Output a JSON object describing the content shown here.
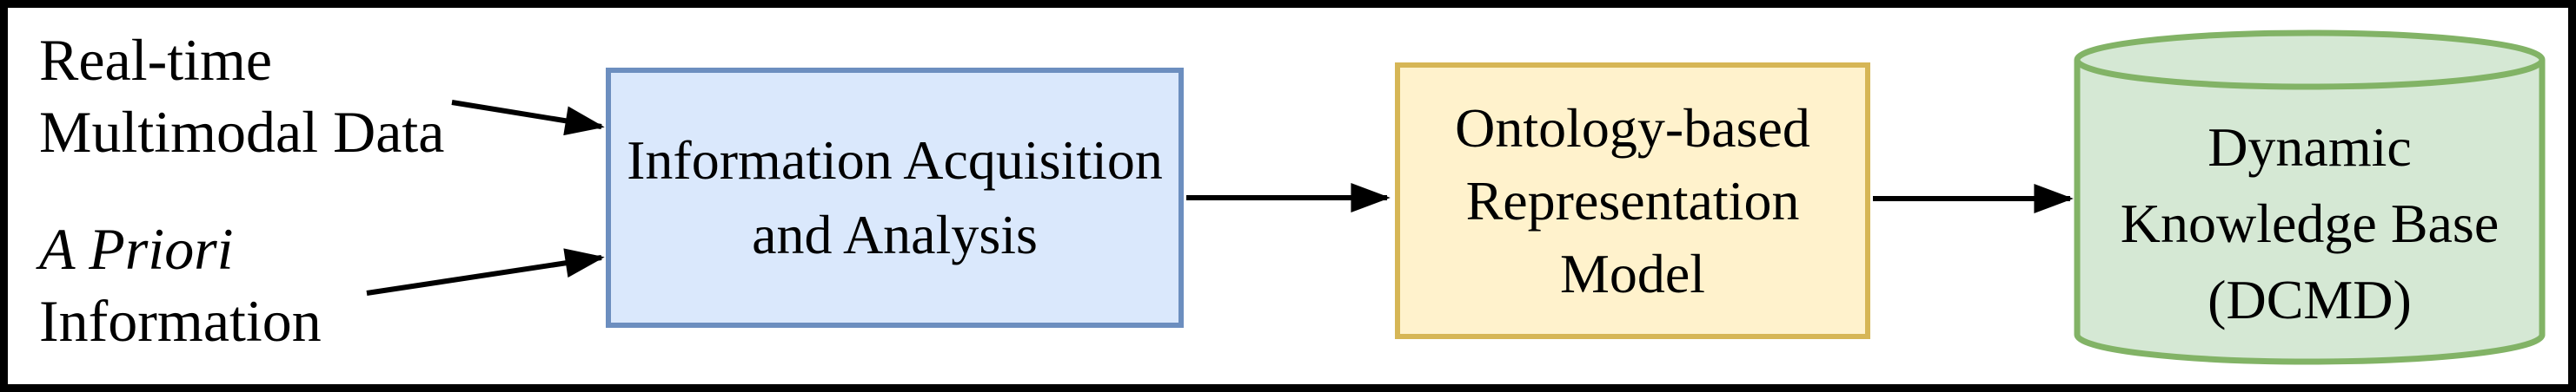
{
  "canvas": {
    "background": "#ffffff",
    "frame_color": "#000000"
  },
  "inputs": {
    "realtime": {
      "lines": [
        "Real-time",
        "Multimodal Data"
      ]
    },
    "apriori": {
      "lines": [
        "A Priori",
        "Information"
      ]
    }
  },
  "nodes": {
    "acquisition": {
      "lines": [
        "Information Acquisition",
        "and Analysis"
      ],
      "fill": "#dae8fc",
      "stroke": "#6c8ebf"
    },
    "ontology": {
      "lines": [
        "Ontology-based",
        "Representation",
        "Model"
      ],
      "fill": "#fff2cc",
      "stroke": "#d6b656"
    },
    "knowledge_base": {
      "lines": [
        "Dynamic",
        "Knowledge Base",
        "(DCMD)"
      ],
      "fill": "#d5e8d4",
      "stroke": "#82b366"
    }
  },
  "connectors": {
    "color": "#000000",
    "list": [
      {
        "from": "Real-time Multimodal Data",
        "to": "Information Acquisition and Analysis"
      },
      {
        "from": "A Priori Information",
        "to": "Information Acquisition and Analysis"
      },
      {
        "from": "Information Acquisition and Analysis",
        "to": "Ontology-based Representation Model"
      },
      {
        "from": "Ontology-based Representation Model",
        "to": "Dynamic Knowledge Base (DCMD)"
      }
    ]
  }
}
